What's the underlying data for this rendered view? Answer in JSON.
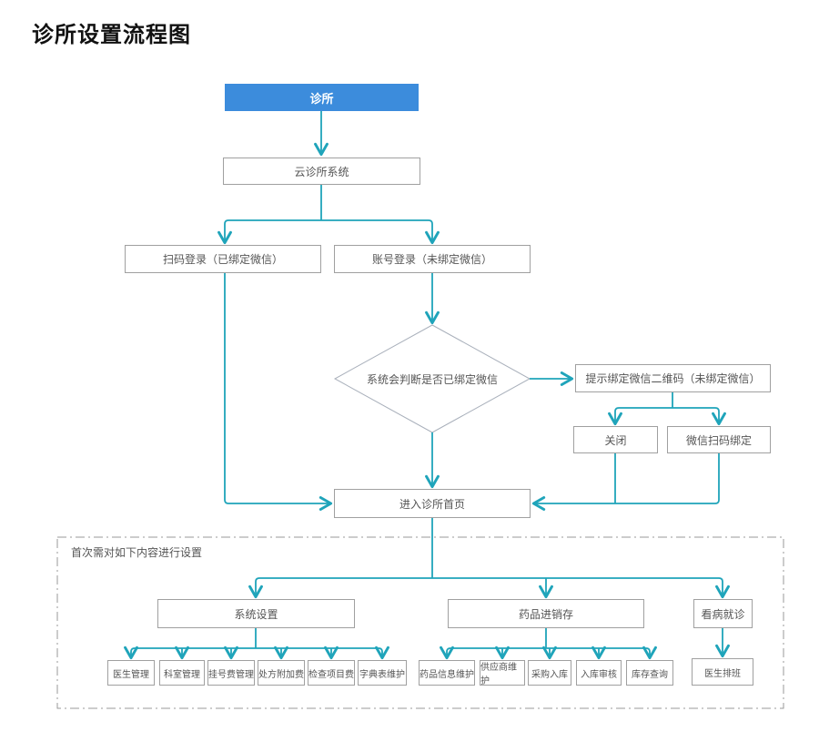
{
  "title": "诊所设置流程图",
  "colors": {
    "accent_blue": "#3c8cdc",
    "arrow_teal": "#1fa4ba",
    "node_border": "#a0a0a0",
    "diamond_border": "#a9b0bb",
    "dashed_border": "#9a9a9a"
  },
  "flow": {
    "clinic": "诊所",
    "cloud_system": "云诊所系统",
    "scan_login": "扫码登录（已绑定微信）",
    "account_login": "账号登录（未绑定微信）",
    "decision": "系统会判断是否已绑定微信",
    "prompt_qr": "提示绑定微信二维码（未绑定微信）",
    "close": "关闭",
    "wechat_scan_bind": "微信扫码绑定",
    "enter_home": "进入诊所首页"
  },
  "setup_section": {
    "note": "首次需对如下内容进行设置",
    "system_settings": "系统设置",
    "drug_inventory": "药品进销存",
    "medical_visit": "看病就诊",
    "doctor_schedule": "医生排班",
    "system_settings_items": [
      "医生管理",
      "科室管理",
      "挂号费管理",
      "处方附加费",
      "检查项目费",
      "字典表维护"
    ],
    "drug_inventory_items": [
      "药品信息维护",
      "供应商维护",
      "采购入库",
      "入库审核",
      "库存查询"
    ]
  }
}
